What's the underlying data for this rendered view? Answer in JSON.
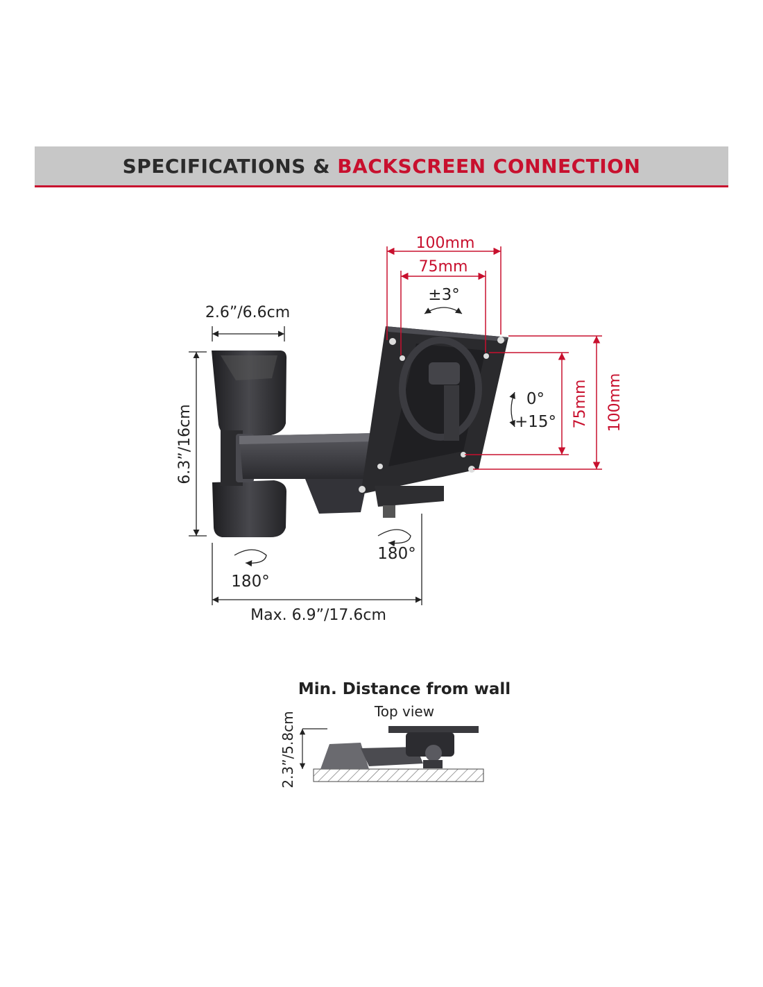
{
  "header": {
    "title_part1": "SPECIFICATIONS & ",
    "title_part2": "BACKSCREEN CONNECTION"
  },
  "dimensions": {
    "vesa_width_outer": "100mm",
    "vesa_width_inner": "75mm",
    "swivel_plate": "±3°",
    "wall_plate_width": "2.6”/6.6cm",
    "wall_plate_height": "6.3”/16cm",
    "tilt_up": "0°",
    "tilt_down": "+15°",
    "vesa_height_inner": "75mm",
    "vesa_height_outer": "100mm",
    "rotation_head": "180°",
    "rotation_wall": "180°",
    "max_extension": "Max. 6.9”/17.6cm"
  },
  "top_view": {
    "title": "Min. Distance from wall",
    "subtitle": "Top view",
    "min_distance": "2.3”/5.8cm"
  },
  "colors": {
    "accent": "#c8102e",
    "banner_bg": "#c7c7c7",
    "dark_text": "#2b2b2b",
    "mount_body": "#2e2e31"
  }
}
